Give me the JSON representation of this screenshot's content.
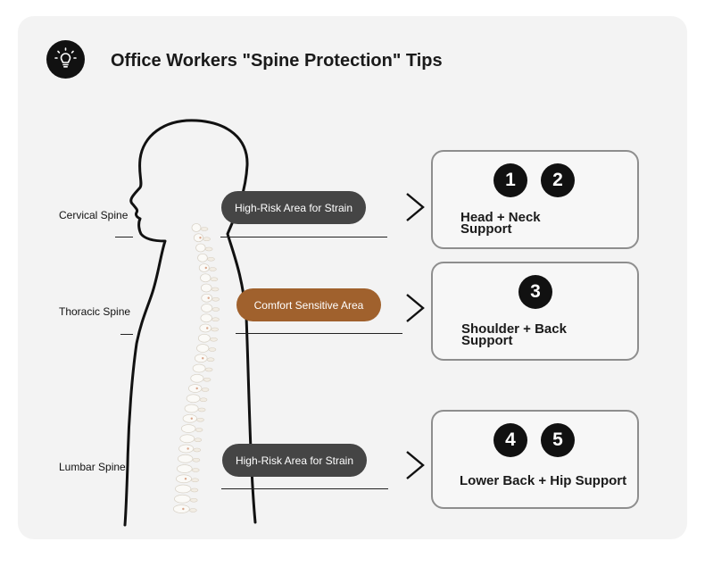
{
  "title": "Office Workers \"Spine Protection\" Tips",
  "title_icon": "lightbulb-icon",
  "spine_labels": [
    "Cervical Spine",
    "Thoracic Spine",
    "Lumbar Spine"
  ],
  "zones": [
    {
      "label": "High-Risk Area for Strain",
      "color": "#454545"
    },
    {
      "label": "Comfort Sensitive Area",
      "color": "#a0612d"
    },
    {
      "label": "High-Risk Area for Strain",
      "color": "#454545"
    }
  ],
  "tips": [
    {
      "numbers": [
        "1",
        "2"
      ],
      "line1": "Head + Neck",
      "line2": "Support"
    },
    {
      "numbers": [
        "3"
      ],
      "line1": "Shoulder + Back",
      "line2": "Support"
    },
    {
      "numbers": [
        "4",
        "5"
      ],
      "line1": "Lower Back + Hip Support",
      "line2": ""
    }
  ],
  "arrow_icon": "chevron-right-icon"
}
